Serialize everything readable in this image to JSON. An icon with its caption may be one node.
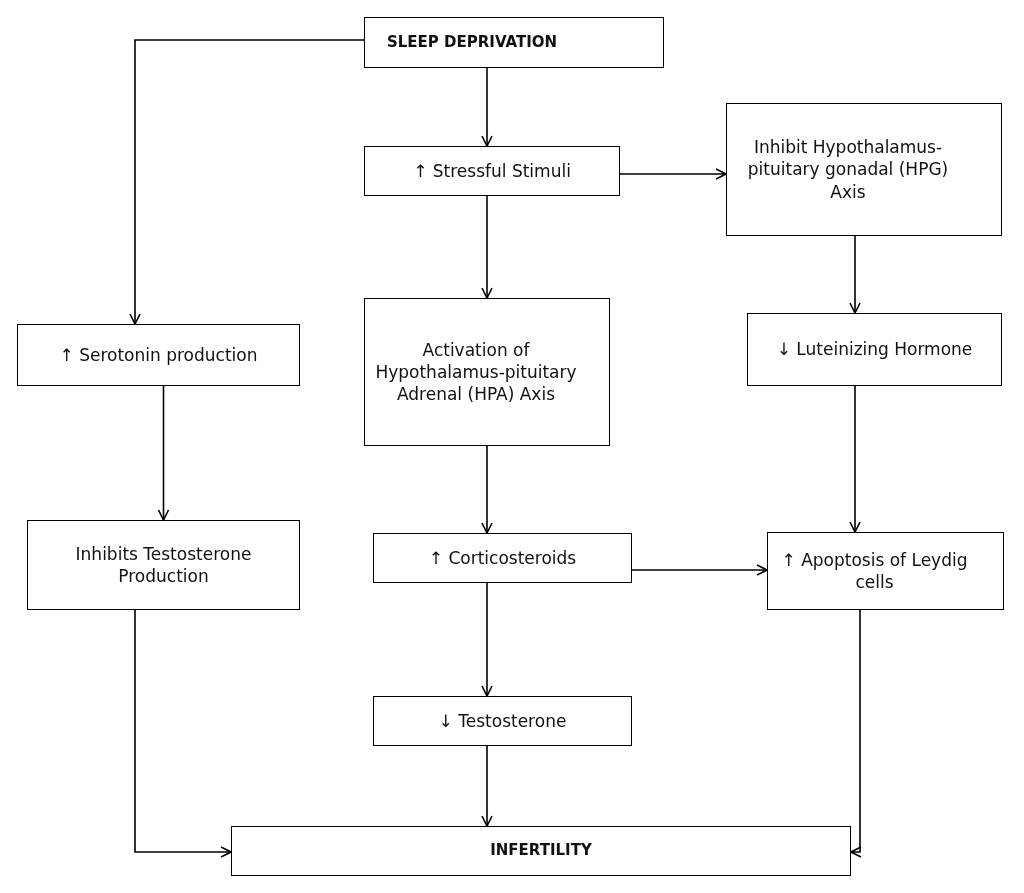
{
  "diagram": {
    "nodes": [
      {
        "text": [
          "SLEEP DEPRIVATION"
        ]
      },
      {
        "text": [
          "↑ Stressful Stimuli"
        ]
      },
      {
        "text": [
          "Inhibit Hypothalamus-pituitary gonadal (HPG) Axis"
        ]
      },
      {
        "text": [
          "↑ Serotonin production"
        ]
      },
      {
        "text": [
          "Activation of Hypothalamus-pituitary Adrenal (HPA) Axis"
        ]
      },
      {
        "text": [
          "↓ Luteinizing Hormone"
        ]
      },
      {
        "text": [
          "Inhibits Testosterone Production"
        ]
      },
      {
        "text": [
          "↑ Corticosteroids"
        ]
      },
      {
        "text": [
          "↑ Apoptosis of Leydig cells"
        ]
      },
      {
        "text": [
          "↓ Testosterone"
        ]
      },
      {
        "text": [
          "INFERTILITY"
        ]
      }
    ],
    "edges": [
      {
        "from": 0,
        "to": 3,
        "arrow": "to"
      },
      {
        "from": 0,
        "to": 1,
        "arrow": "to"
      },
      {
        "from": 1,
        "to": 2,
        "arrow": "to"
      },
      {
        "from": 1,
        "to": 4,
        "arrow": "to"
      },
      {
        "from": 2,
        "to": 5,
        "arrow": "to"
      },
      {
        "from": 3,
        "to": 6,
        "arrow": "to"
      },
      {
        "from": 4,
        "to": 7,
        "arrow": "to"
      },
      {
        "from": 5,
        "to": 8,
        "arrow": "to"
      },
      {
        "from": 7,
        "to": 8,
        "arrow": "to"
      },
      {
        "from": 7,
        "to": 9,
        "arrow": "to"
      },
      {
        "from": 6,
        "to": 10,
        "arrow": "to"
      },
      {
        "from": 9,
        "to": 10,
        "arrow": "to"
      },
      {
        "from": 8,
        "to": 10,
        "arrow": "to"
      }
    ]
  }
}
